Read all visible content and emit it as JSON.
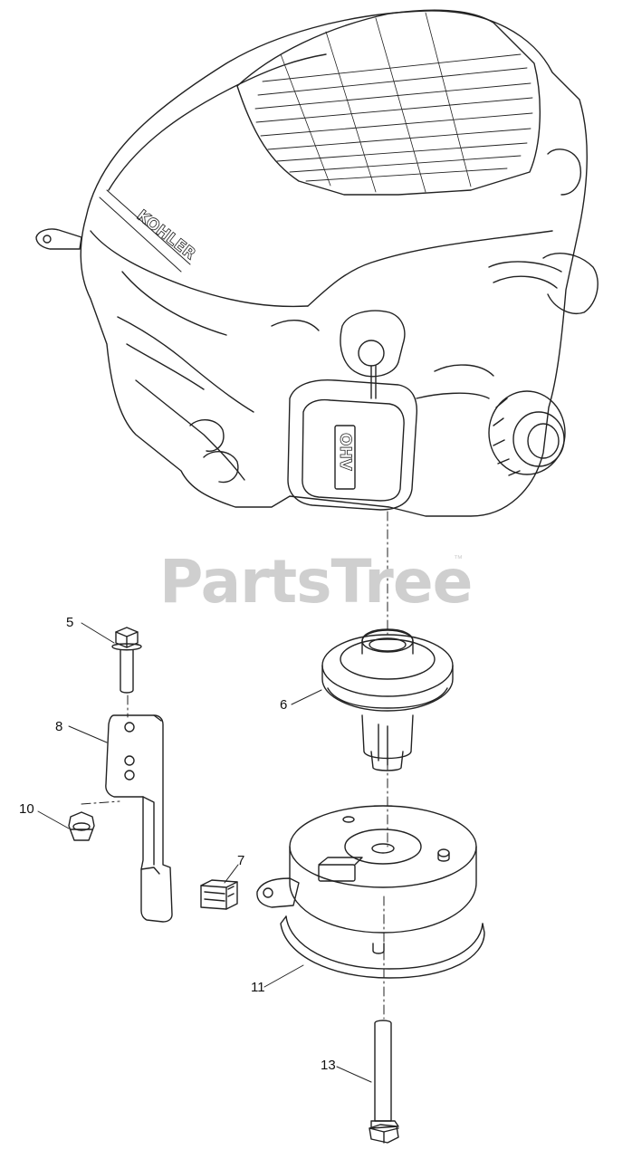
{
  "watermark": {
    "text": "PartsTree",
    "trademark": "™"
  },
  "engine": {
    "brand_text": "KOHLER",
    "valve_cover_text": "OHV"
  },
  "callouts": {
    "c5": "5",
    "c6": "6",
    "c7": "7",
    "c8": "8",
    "c10": "10",
    "c11": "11",
    "c13": "13"
  },
  "colors": {
    "line": "#222222",
    "watermark": "#cfcfcf"
  }
}
